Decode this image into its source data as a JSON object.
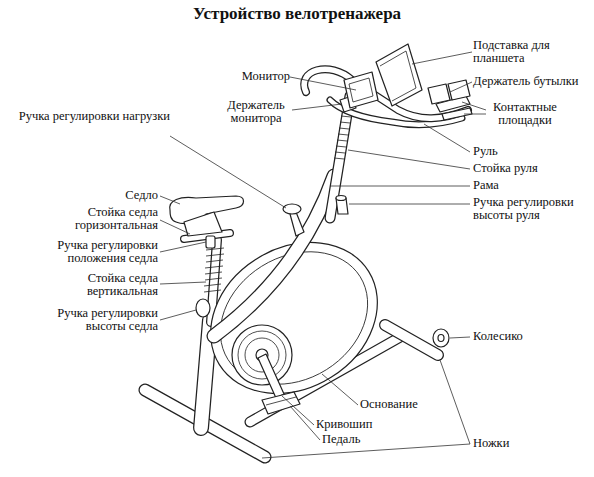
{
  "diagram": {
    "title": "Устройство велотренажера",
    "labels": [
      "Подставка для планшета",
      "Монитор",
      "Держатель бутылки",
      "Держатель монитора",
      "Контактные площадки",
      "Ручка регулировки нагрузки",
      "Руль",
      "Стойка руля",
      "Рама",
      "Седло",
      "Ручка регулировки высоты руля",
      "Стойка седла горизонтальная",
      "Ручка регулировки положения седла",
      "Стойка седла вертикальная",
      "Ручка регулировки высоты седла",
      "Колесико",
      "Основание",
      "Кривошип",
      "Педаль",
      "Ножки"
    ]
  }
}
